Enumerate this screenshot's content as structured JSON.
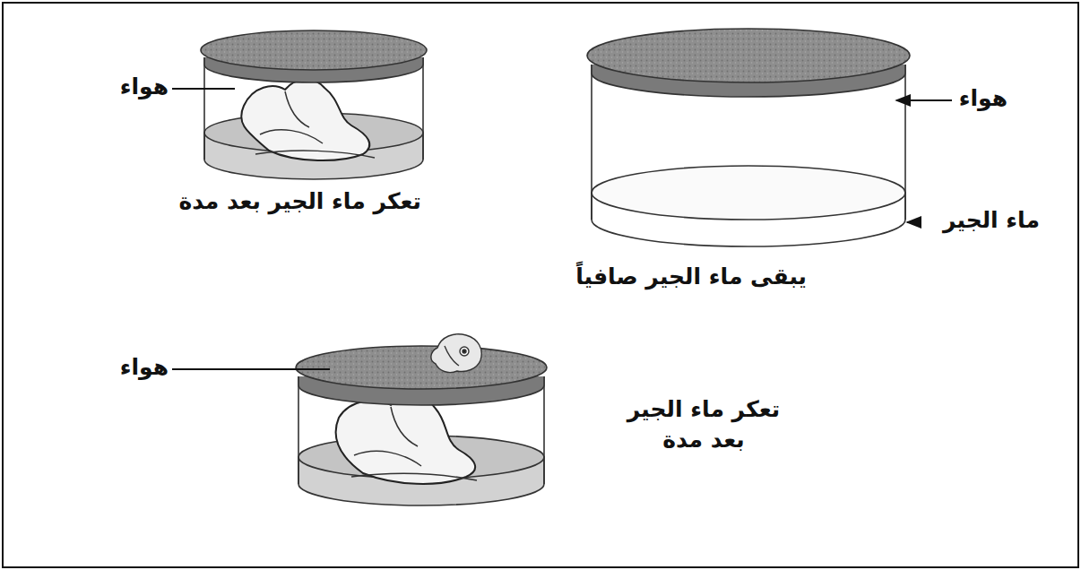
{
  "diagram": {
    "labels": [
      "هواء",
      "تعكر ماء الجير بعد مدة",
      "هواء",
      "ماء الجير",
      "يبقى ماء الجير صافياً",
      "هواء",
      "تعكر ماء الجير بعد مدة"
    ]
  }
}
